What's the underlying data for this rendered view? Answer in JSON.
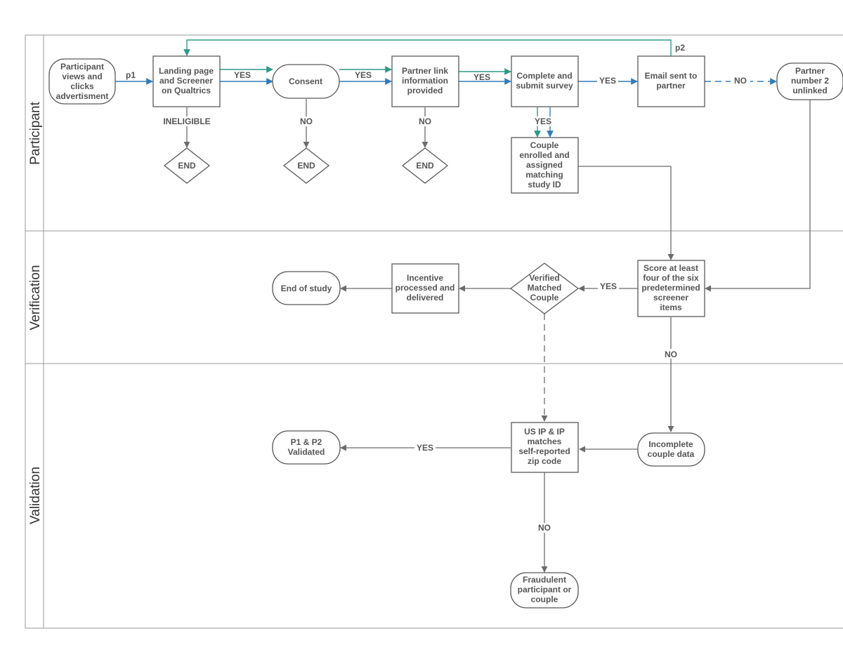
{
  "lanes": {
    "participant": "Participant",
    "verification": "Verification",
    "validation": "Validation"
  },
  "nodes": {
    "participant_views": [
      "Participant",
      "views and",
      "clicks",
      "advertisment"
    ],
    "landing": [
      "Landing page",
      "and Screener",
      "on Qualtrics"
    ],
    "consent": [
      "Consent"
    ],
    "partner_link": [
      "Partner link",
      "information",
      "provided"
    ],
    "complete": [
      "Complete and",
      "submit survey"
    ],
    "email": [
      "Email sent to",
      "partner"
    ],
    "partner2": [
      "Partner",
      "number 2",
      "unlinked"
    ],
    "end1": [
      "END"
    ],
    "end2": [
      "END"
    ],
    "end3": [
      "END"
    ],
    "couple_enrolled": [
      "Couple",
      "enrolled and",
      "assigned",
      "matching",
      "study ID"
    ],
    "score": [
      "Score at least",
      "four of the six",
      "predetermined",
      "screener",
      "items"
    ],
    "verified": [
      "Verified",
      "Matched",
      "Couple"
    ],
    "incentive": [
      "Incentive",
      "processed and",
      "delivered"
    ],
    "end_study": [
      "End of study"
    ],
    "us_ip": [
      "US IP & IP",
      "matches",
      "self-reported",
      "zip code"
    ],
    "incomplete": [
      "Incomplete",
      "couple data"
    ],
    "p1p2": [
      "P1 & P2",
      "Validated"
    ],
    "fraud": [
      "Fraudulent",
      "participant or",
      "couple"
    ]
  },
  "edge_labels": {
    "p1": "p1",
    "p2": "p2",
    "yes_landing": "YES",
    "yes_consent": "YES",
    "yes_partner": "YES",
    "yes_complete": "YES",
    "yes_enroll": "YES",
    "no_email": "NO",
    "ineligible": "INELIGIBLE",
    "no_consent": "NO",
    "no_partner": "NO",
    "yes_score": "YES",
    "no_score": "NO",
    "yes_ip": "YES",
    "no_ip": "NO"
  },
  "colors": {
    "line": "#6b6b6b",
    "blue": "#2f7dbd",
    "teal": "#2e9a86",
    "border": "#595959",
    "frame": "#9a9a9a",
    "text": "#555555"
  }
}
